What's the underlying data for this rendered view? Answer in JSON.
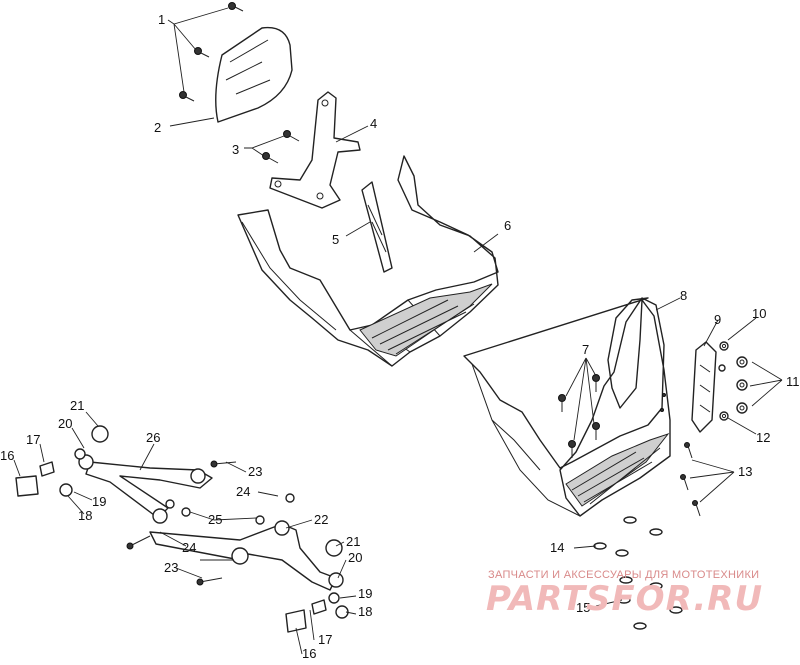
{
  "callouts": {
    "c1": "1",
    "c2": "2",
    "c3": "3",
    "c4": "4",
    "c5": "5",
    "c6": "6",
    "c7": "7",
    "c8": "8",
    "c9": "9",
    "c10": "10",
    "c11": "11",
    "c12": "12",
    "c13": "13",
    "c14": "14",
    "c15": "15",
    "c16a": "16",
    "c17a": "17",
    "c18a": "18",
    "c19a": "19",
    "c20a": "20",
    "c21a": "21",
    "c22": "22",
    "c23a": "23",
    "c24a": "24",
    "c25": "25",
    "c26": "26",
    "c16b": "16",
    "c17b": "17",
    "c18b": "18",
    "c19b": "19",
    "c20b": "20",
    "c21b": "21",
    "c23b": "23",
    "c24b": "24"
  },
  "watermark": {
    "tagline": "ЗАПЧАСТИ И АКСЕССУАРЫ ДЛЯ МОТОТЕХНИКИ",
    "brand": "PARTSFOR.RU"
  }
}
